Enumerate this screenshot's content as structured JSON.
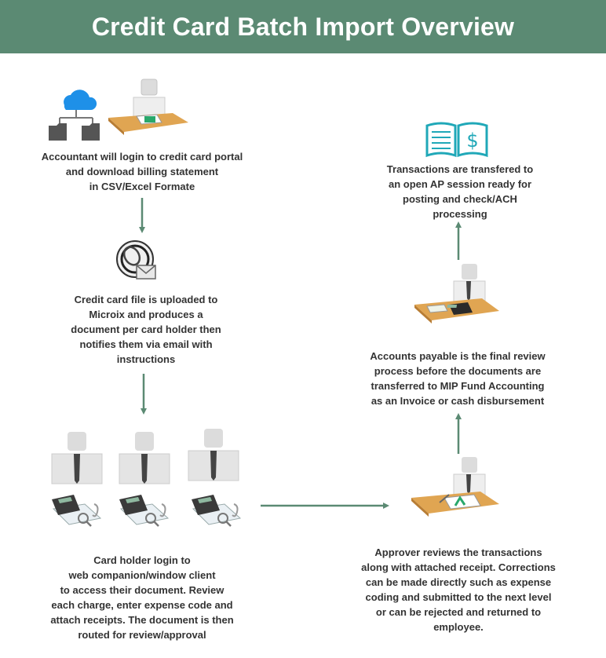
{
  "header": {
    "title": "Credit Card Batch Import Overview"
  },
  "steps": {
    "download": "Accountant will login to credit card portal\nand download billing statement\nin CSV/Excel Formate",
    "upload": "Credit card file is uploaded to\nMicroix and produces a\ndocument per card holder then\nnotifies them via email with\ninstructions",
    "cardholder": "Card holder login to\nweb companion/window client\nto access their document. Review\neach charge, enter expense code and\nattach receipts. The document is then\nrouted for review/approval",
    "approver": "Approver reviews the transactions\nalong with attached receipt. Corrections\ncan be made directly such as expense\ncoding and submitted to the next level\nor can be rejected and returned to\nemployee.",
    "ap_review": "Accounts payable is the final review\nprocess before the documents are\ntransferred to MIP Fund Accounting\nas an Invoice or cash disbursement",
    "ap_session": "Transactions are transfered to\nan open AP session ready for\nposting and check/ACH\nprocessing"
  },
  "colors": {
    "header_bg": "#5b8a73",
    "arrow": "#5b8a73",
    "cloud": "#1e90e8",
    "book": "#20a8b8",
    "folder": "#555555",
    "desk": "#e0a552"
  }
}
